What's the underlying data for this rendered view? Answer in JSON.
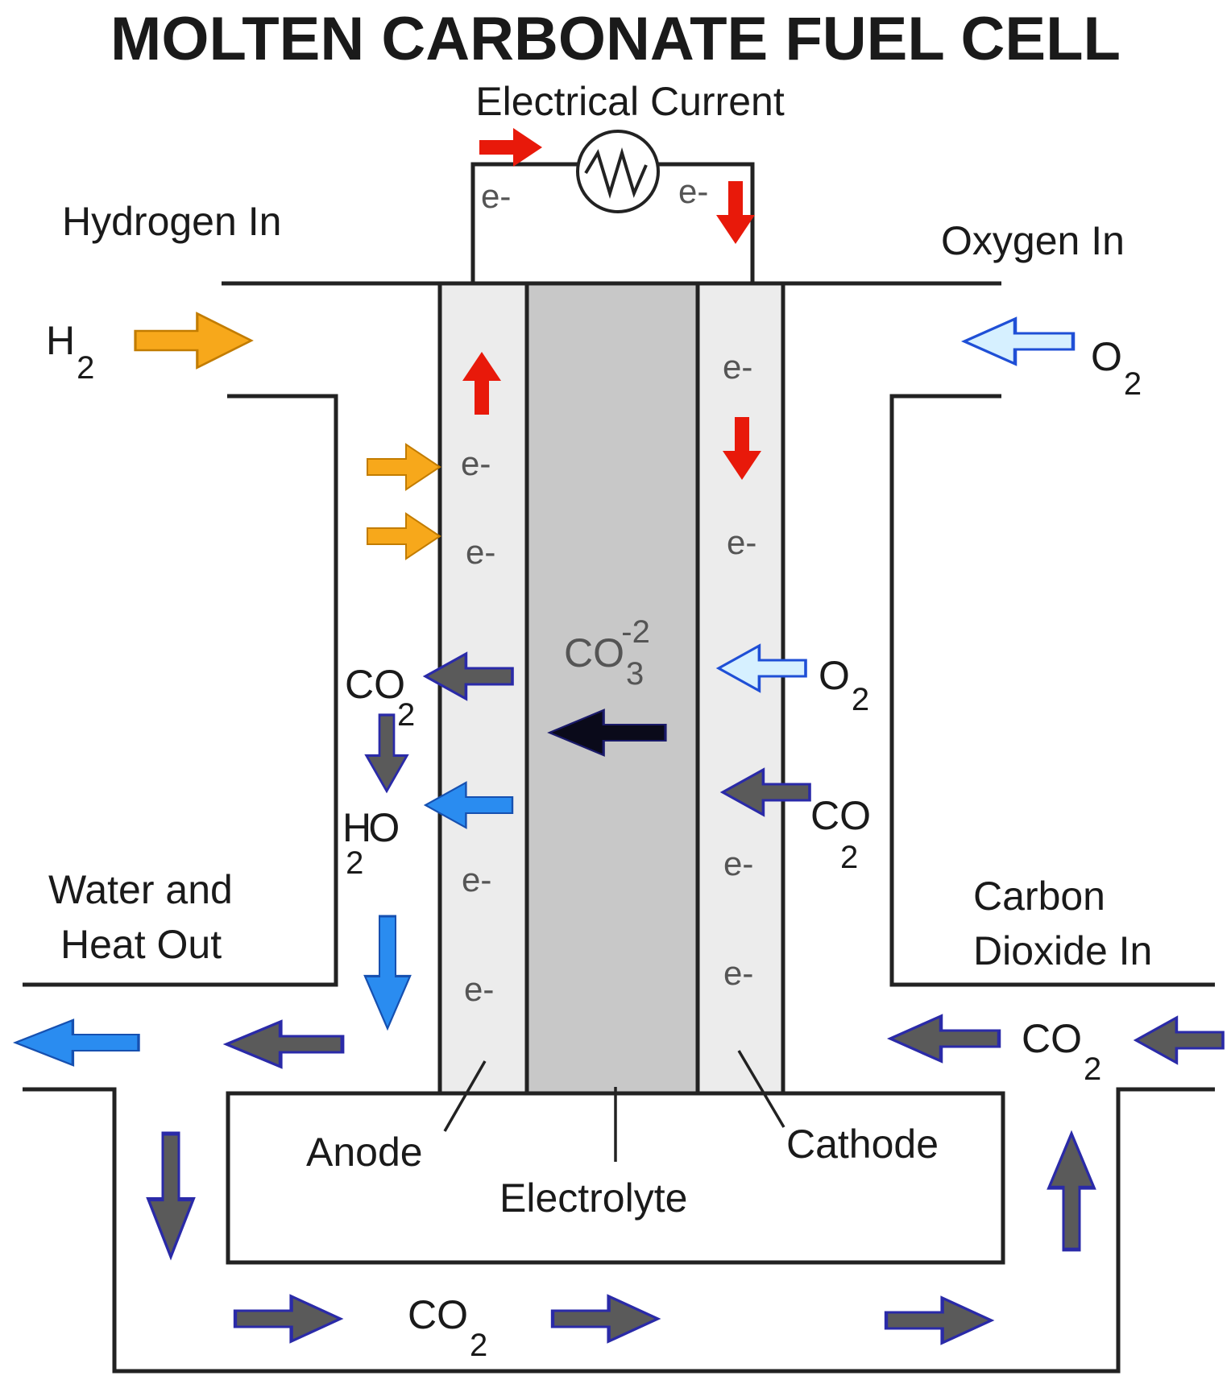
{
  "title": "MOLTEN CARBONATE FUEL CELL",
  "labels": {
    "electrical_current": "Electrical Current",
    "hydrogen_in": "Hydrogen In",
    "oxygen_in": "Oxygen In",
    "water_heat_out_1": "Water and",
    "water_heat_out_2": "Heat Out",
    "carbon_dioxide_in_1": "Carbon",
    "carbon_dioxide_in_2": "Dioxide  In",
    "anode": "Anode",
    "electrolyte": "Electrolyte",
    "cathode": "Cathode"
  },
  "chemicals": {
    "h2": {
      "base": "H",
      "sub": "2"
    },
    "o2": {
      "base": "O",
      "sub": "2"
    },
    "co2": {
      "base": "CO",
      "sub": "2"
    },
    "h2o": {
      "base1": "H",
      "sub": "2",
      "base2": "O"
    },
    "carbonate": {
      "base": "CO",
      "sub": "3",
      "sup": "-2"
    }
  },
  "electron": "e-",
  "colors": {
    "electron_flow": "#e8190a",
    "hydrogen": "#f7a81b",
    "oxygen": "#d6f0ff",
    "carbon_dioxide": "#5a5a5a",
    "carbon_dioxide_outline": "#2a2aa8",
    "water": "#2a8cf0",
    "carbonate_ion": "#0a0a1a",
    "electrode": "#ececec",
    "electrolyte": "#c8c8c8"
  }
}
